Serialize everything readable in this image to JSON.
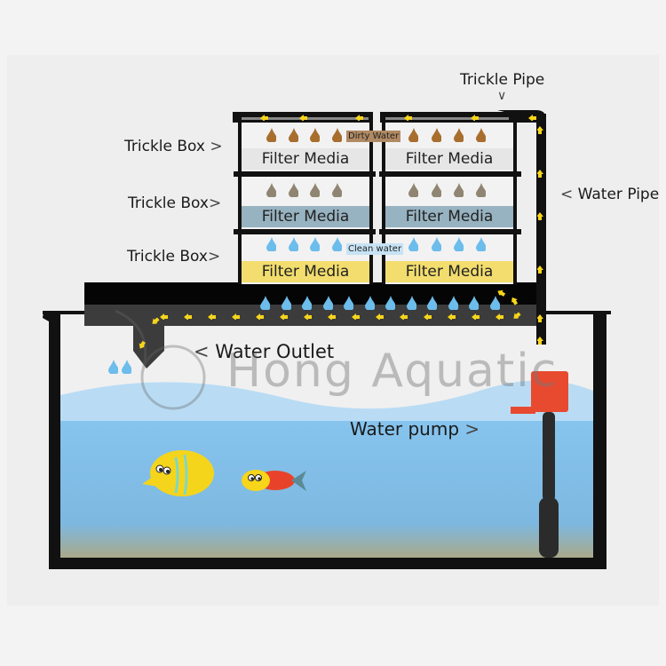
{
  "diagram": {
    "title": "Trickle filter aquarium water flow",
    "watermark": "Hong Aquatic",
    "labels": {
      "trickle_pipe": "Trickle Pipe",
      "water_pipe": "Water Pipe",
      "trickle_box_1": "Trickle Box",
      "trickle_box_2": "Trickle Box",
      "trickle_box_3": "Trickle Box",
      "water_outlet": "Water Outlet",
      "water_pump": "Water pump"
    },
    "tags": {
      "dirty_water": "Dirty Water",
      "clean_water": "Clean water"
    },
    "filter_media": [
      {
        "label": "Filter Media",
        "color": "#e6e6e6"
      },
      {
        "label": "Filter Media",
        "color": "#97b2c0"
      },
      {
        "label": "Filter Media",
        "color": "#f2dd6e"
      }
    ],
    "drop_colors": [
      "#a86e2e",
      "#8f8572",
      "#6cbcec"
    ],
    "colors": {
      "pipe": "#111111",
      "arrow": "#f7d51a",
      "water": "#8dc7ee",
      "pump": "#e84a30",
      "dirty_tag": "#b08a63",
      "clean_tag": "#c7e3f5"
    }
  }
}
